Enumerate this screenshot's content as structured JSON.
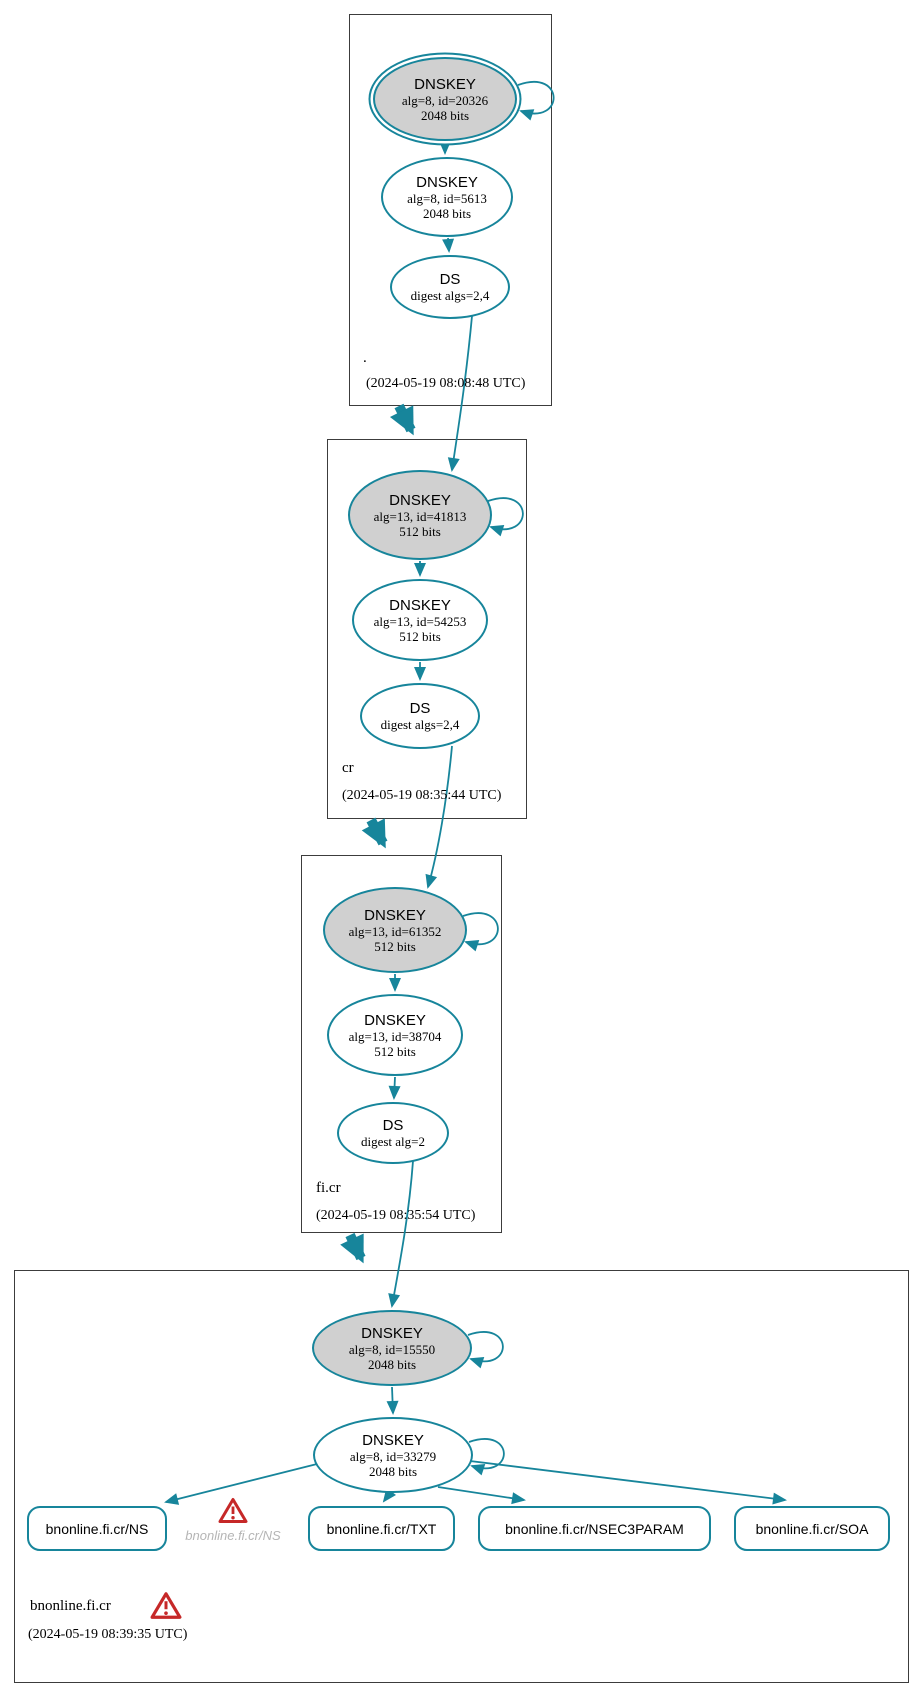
{
  "colors": {
    "edge_teal": "#17859b",
    "node_fill_gray": "#d0d0d0",
    "zone_border": "#3c3c3c",
    "warning_red": "#c62828",
    "ghost_text_gray": "#b5b5b5"
  },
  "zones": [
    {
      "name": ".",
      "timestamp": "(2024-05-19 08:08:48 UTC)",
      "nodes": {
        "ksk": {
          "title": "DNSKEY",
          "detail1": "alg=8, id=20326",
          "detail2": "2048 bits"
        },
        "zsk": {
          "title": "DNSKEY",
          "detail1": "alg=8, id=5613",
          "detail2": "2048 bits"
        },
        "ds": {
          "title": "DS",
          "detail1": "digest algs=2,4"
        }
      }
    },
    {
      "name": "cr",
      "timestamp": "(2024-05-19 08:35:44 UTC)",
      "nodes": {
        "ksk": {
          "title": "DNSKEY",
          "detail1": "alg=13, id=41813",
          "detail2": "512 bits"
        },
        "zsk": {
          "title": "DNSKEY",
          "detail1": "alg=13, id=54253",
          "detail2": "512 bits"
        },
        "ds": {
          "title": "DS",
          "detail1": "digest algs=2,4"
        }
      }
    },
    {
      "name": "fi.cr",
      "timestamp": "(2024-05-19 08:35:54 UTC)",
      "nodes": {
        "ksk": {
          "title": "DNSKEY",
          "detail1": "alg=13, id=61352",
          "detail2": "512 bits"
        },
        "zsk": {
          "title": "DNSKEY",
          "detail1": "alg=13, id=38704",
          "detail2": "512 bits"
        },
        "ds": {
          "title": "DS",
          "detail1": "digest alg=2"
        }
      }
    },
    {
      "name": "bnonline.fi.cr",
      "timestamp": "(2024-05-19 08:39:35 UTC)",
      "nodes": {
        "ksk": {
          "title": "DNSKEY",
          "detail1": "alg=8, id=15550",
          "detail2": "2048 bits"
        },
        "zsk": {
          "title": "DNSKEY",
          "detail1": "alg=8, id=33279",
          "detail2": "2048 bits"
        }
      },
      "rrsets": [
        {
          "label": "bnonline.fi.cr/NS"
        },
        {
          "label": "bnonline.fi.cr/TXT"
        },
        {
          "label": "bnonline.fi.cr/NSEC3PARAM"
        },
        {
          "label": "bnonline.fi.cr/SOA"
        }
      ],
      "ghost_rrset": {
        "label": "bnonline.fi.cr/NS"
      }
    }
  ]
}
